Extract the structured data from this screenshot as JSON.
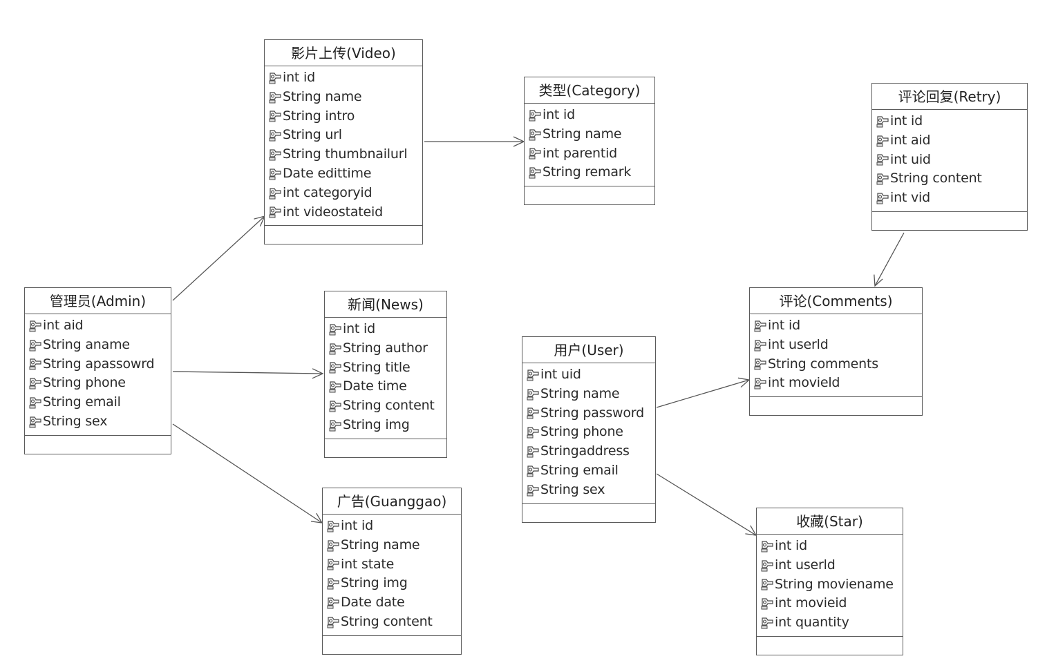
{
  "classes": [
    {
      "id": "video",
      "title": "影片上传(Video)",
      "attributes": [
        "int id",
        "String name",
        "String intro",
        "String url",
        "String thumbnailurl",
        "Date edittime",
        "int categoryid",
        "int videostateid"
      ]
    },
    {
      "id": "category",
      "title": "类型(Category)",
      "attributes": [
        "int id",
        "String name",
        "int parentid",
        "String remark"
      ]
    },
    {
      "id": "retry",
      "title": "评论回复(Retry)",
      "attributes": [
        "int id",
        "int aid",
        "int uid",
        "String content",
        "int vid"
      ]
    },
    {
      "id": "admin",
      "title": "管理员(Admin)",
      "attributes": [
        "int aid",
        "String aname",
        "String apassowrd",
        "String phone",
        "String email",
        "String sex"
      ]
    },
    {
      "id": "news",
      "title": "新闻(News)",
      "attributes": [
        "int id",
        "String author",
        "String title",
        "Date time",
        "String content",
        "String img"
      ]
    },
    {
      "id": "comments",
      "title": "评论(Comments)",
      "attributes": [
        "int id",
        "int userld",
        "String comments",
        "int movield"
      ]
    },
    {
      "id": "user",
      "title": "用户(User)",
      "attributes": [
        "int uid",
        "String name",
        "String password",
        "String phone",
        "Stringaddress",
        "String email",
        "String sex"
      ]
    },
    {
      "id": "guanggao",
      "title": "广告(Guanggao)",
      "attributes": [
        "int id",
        "String name",
        "int state",
        "String img",
        "Date date",
        "String content"
      ]
    },
    {
      "id": "star",
      "title": "收藏(Star)",
      "attributes": [
        "int id",
        "int userld",
        "String moviename",
        "int movieid",
        "int quantity"
      ]
    }
  ],
  "associations": [
    {
      "from": "admin",
      "to": "video"
    },
    {
      "from": "admin",
      "to": "news"
    },
    {
      "from": "admin",
      "to": "guanggao"
    },
    {
      "from": "video",
      "to": "category"
    },
    {
      "from": "retry",
      "to": "comments"
    },
    {
      "from": "user",
      "to": "comments"
    },
    {
      "from": "user",
      "to": "star"
    }
  ],
  "icons": {
    "attribute": "attribute-key-icon",
    "arrowhead": "open-arrowhead-icon"
  },
  "colors": {
    "border": "#5a5a5a",
    "line": "#555555",
    "text": "#222222",
    "background": "#ffffff"
  }
}
